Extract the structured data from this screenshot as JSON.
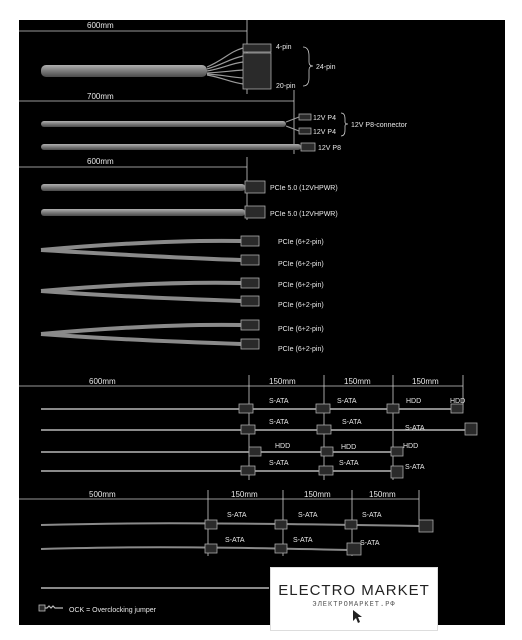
{
  "groups": {
    "g24": {
      "length": "600mm",
      "labels": {
        "pin4": "4-pin",
        "pin24": "24-pin",
        "pin20": "20-pin"
      }
    },
    "cpu": {
      "length": "700mm",
      "labels": {
        "p4a": "12V P4",
        "p4b": "12V P4",
        "p8conn": "12V P8-connector",
        "p8": "12V P8"
      }
    },
    "pcie5": {
      "length": "600mm",
      "labels": {
        "a": "PCIe 5.0 (12VHPWR)",
        "b": "PCIe 5.0 (12VHPWR)"
      }
    },
    "pcie": {
      "labels": [
        "PCIe (6+2-pin)",
        "PCIe (6+2-pin)",
        "PCIe (6+2-pin)",
        "PCIe (6+2-pin)",
        "PCIe (6+2-pin)",
        "PCIe (6+2-pin)"
      ]
    },
    "sata1": {
      "dims": [
        "600mm",
        "150mm",
        "150mm",
        "150mm"
      ],
      "row1": [
        "S-ATA",
        "S-ATA",
        "HDD",
        "HDD"
      ],
      "row2": [
        "S-ATA",
        "S-ATA",
        "S-ATA"
      ],
      "row3": [
        "HDD",
        "HDD",
        "HDD"
      ],
      "row4": [
        "S-ATA",
        "S-ATA",
        "S-ATA"
      ]
    },
    "sata2": {
      "dims": [
        "500mm",
        "150mm",
        "150mm",
        "150mm"
      ],
      "row1": [
        "S-ATA",
        "S-ATA",
        "S-ATA"
      ],
      "row2": [
        "S-ATA",
        "S-ATA",
        "S-ATA"
      ]
    }
  },
  "legend": {
    "ock": "OCK = Overclocking jumper"
  },
  "watermark": {
    "title": "ELECTRO MARKET",
    "subtitle": "ЭЛЕКТРОМАРКЕТ.РФ"
  },
  "colors": {
    "background": "#000000",
    "cable": "#8a8a8a",
    "text": "#e8e8e8"
  }
}
